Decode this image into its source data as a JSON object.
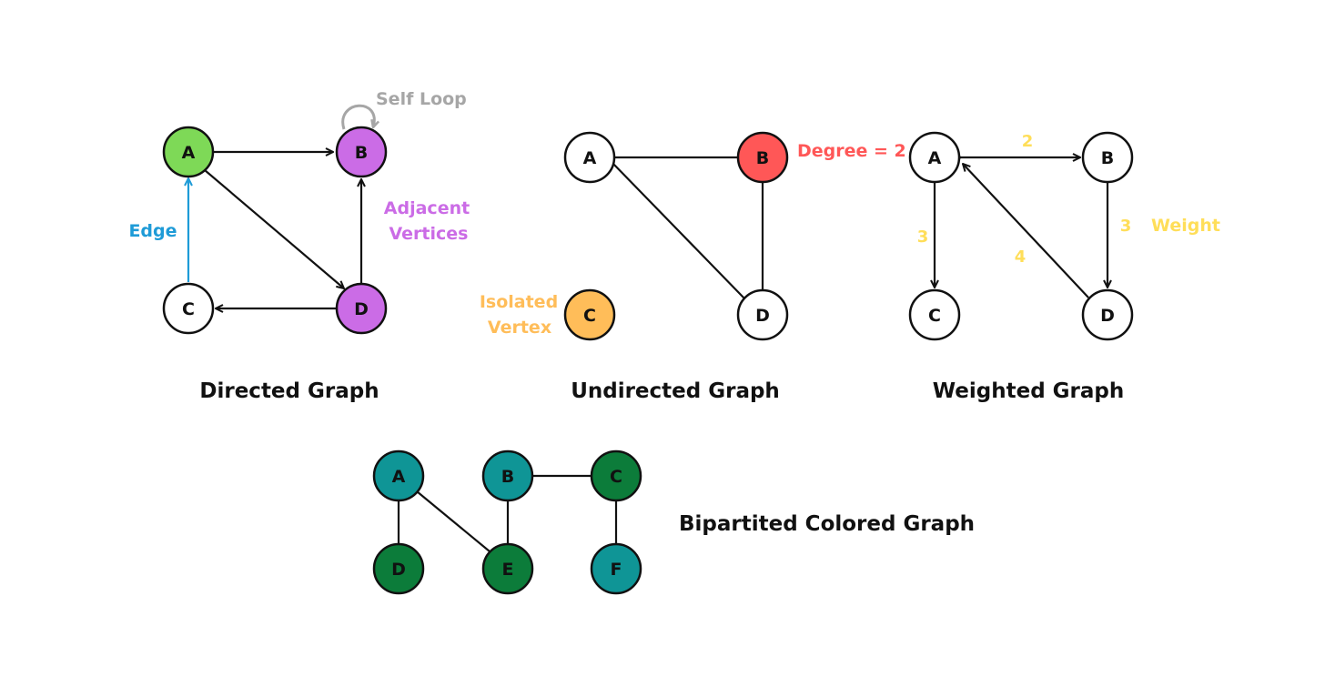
{
  "colors": {
    "stroke": "#111111",
    "green_light": "#7ed957",
    "purple": "#cb6ce6",
    "red": "#ff5757",
    "orange": "#ffbd59",
    "blue": "#1e9bd7",
    "gray": "#a6a6a6",
    "yellow": "#ffde59",
    "teal": "#0f9596",
    "dark_green": "#0c7c3a",
    "white": "#ffffff"
  },
  "directed": {
    "title": "Directed Graph",
    "nodes": {
      "A": "A",
      "B": "B",
      "C": "C",
      "D": "D"
    },
    "annotations": {
      "self_loop": "Self Loop",
      "edge": "Edge",
      "adjacent_line1": "Adjacent",
      "adjacent_line2": "Vertices"
    }
  },
  "undirected": {
    "title": "Undirected Graph",
    "nodes": {
      "A": "A",
      "B": "B",
      "C": "C",
      "D": "D"
    },
    "annotations": {
      "degree": "Degree = 2",
      "isolated_line1": "Isolated",
      "isolated_line2": "Vertex"
    }
  },
  "weighted": {
    "title": "Weighted Graph",
    "nodes": {
      "A": "A",
      "B": "B",
      "C": "C",
      "D": "D"
    },
    "weights": {
      "AB": "2",
      "AC": "3",
      "BD": "3",
      "DA": "4"
    },
    "annotations": {
      "weight": "Weight"
    }
  },
  "bipartite": {
    "title": "Bipartited Colored Graph",
    "nodes": {
      "A": "A",
      "B": "B",
      "C": "C",
      "D": "D",
      "E": "E",
      "F": "F"
    }
  }
}
